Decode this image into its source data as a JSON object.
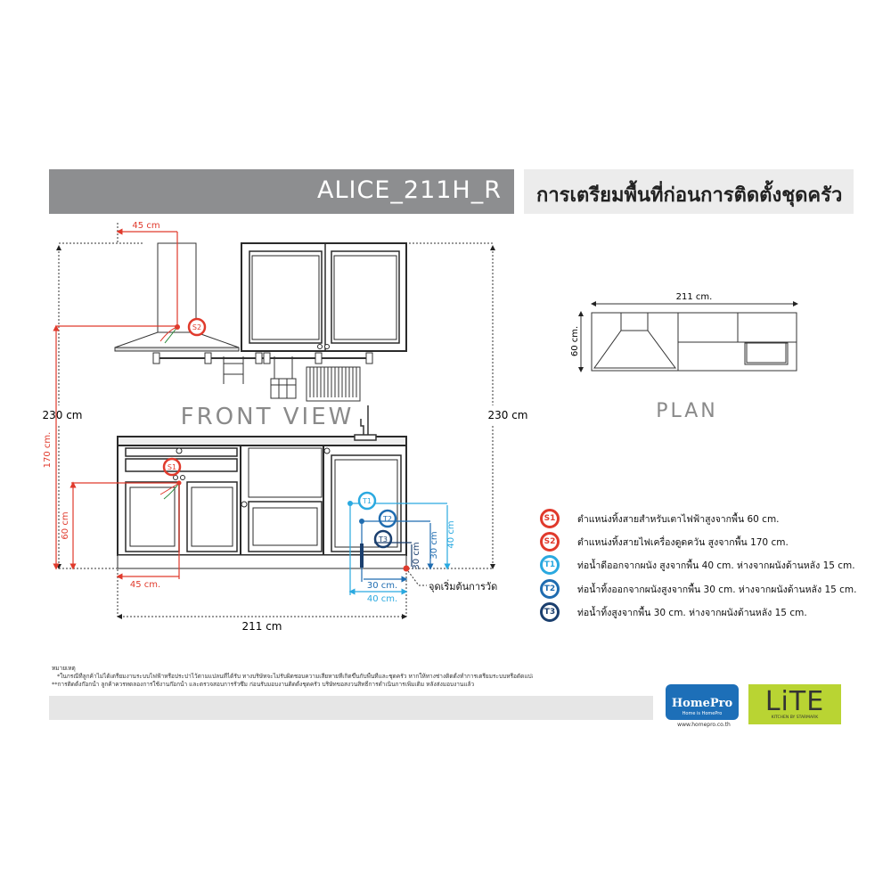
{
  "header": {
    "model": "ALICE_211H_R",
    "title": "การเตรียมพื้นที่ก่อนการติดตั้งชุดครัว"
  },
  "front_view": {
    "label": "FRONT VIEW",
    "height_left": "230 cm",
    "height_right": "230 cm",
    "hood_offset": "45 cm",
    "hood_height": "170 cm.",
    "stove_height": "60 cm",
    "stove_offset": "45 cm.",
    "t1_height": "40 cm",
    "t2_height": "30 cm",
    "t3_height": "30 cm",
    "t2_offset": "30 cm.",
    "t1_offset": "40 cm.",
    "origin_label": "จุดเริ่มต้นการวัด",
    "width": "211 cm",
    "markers": {
      "s1": "S1",
      "s2": "S2",
      "t1": "T1",
      "t2": "T2",
      "t3": "T3"
    }
  },
  "plan": {
    "label": "PLAN",
    "width": "211 cm.",
    "depth": "60 cm."
  },
  "legend": [
    {
      "code": "S1",
      "color": "#e03a2c",
      "text": "ตำแหน่งทิ้งสายสำหรับเตาไฟฟ้าสูงจากพื้น 60 cm."
    },
    {
      "code": "S2",
      "color": "#e03a2c",
      "text": "ตำแหน่งทิ้งสายไฟเครื่องดูดควัน สูงจากพื้น 170 cm."
    },
    {
      "code": "T1",
      "color": "#2aa9e0",
      "text": "ท่อน้ำดีออกจากผนัง สูงจากพื้น 40 cm. ห่างจากผนังด้านหลัง 15 cm."
    },
    {
      "code": "T2",
      "color": "#1f6cb0",
      "text": "ท่อน้ำทิ้งออกจากผนังสูงจากพื้น 30 cm. ห่างจากผนังด้านหลัง 15 cm."
    },
    {
      "code": "T3",
      "color": "#1b3f6e",
      "text": "ท่อน้ำทิ้งสูงจากพื้น 30 cm. ห่างจากผนังด้านหลัง 15 cm."
    }
  ],
  "notes": {
    "title": "หมายเหตุ",
    "line1": "*ในกรณีที่ลูกค้าไม่ได้เตรียมงานระบบไฟฟ้าหรือประปาไว้ตามแปลนที่ได้รับ ทางบริษัทจะไม่รับผิดชอบความเสียหายที่เกิดขึ้นกับพื้นที่และชุดครัว หากให้ทางช่างติดตั้งทำการเตรียมระบบหรือดัดแปลงพื้นที่หน้างาน",
    "line2": "**การติดตั้งก๊อกน้ำ ลูกค้าควรทดลองการใช้งานก๊อกน้ำ และตรวจสอบการรั่วซึม ก่อนรับมอบงานติดตั้งชุดครัว บริษัทขอสงวนสิทธิ์การดำเนินการเพิ่มเติม หลังส่งมอบงานแล้ว"
  },
  "logos": {
    "homepro": "HomePro",
    "homepro_tagline": "Home is HomePro",
    "homepro_url": "www.homepro.co.th",
    "lite": "LiTE",
    "lite_tagline": "KITCHEN BY STARMARK",
    "homepro_color": "#1d6fb8",
    "lite_color": "#b9d433"
  },
  "colors": {
    "header_gray": "#8d8e90",
    "electric_red": "#e03a2c",
    "water_light": "#2aa9e0",
    "water_mid": "#1f6cb0",
    "water_dark": "#1b3f6e"
  }
}
